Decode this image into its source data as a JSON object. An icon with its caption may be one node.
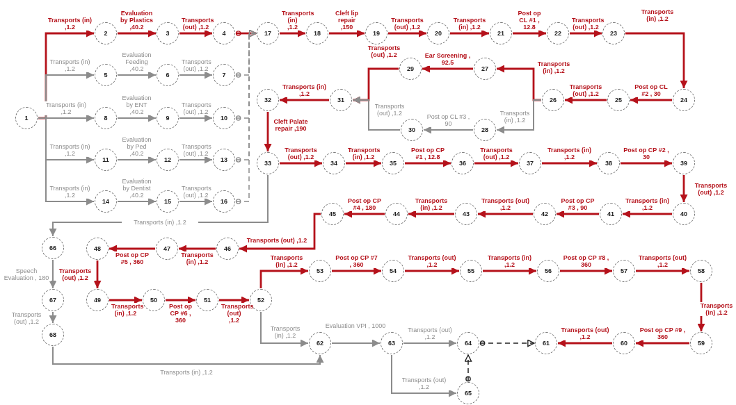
{
  "diagram": {
    "nodes": [
      {
        "text": [
          "1"
        ]
      },
      {
        "text": [
          "2"
        ]
      },
      {
        "text": [
          "3"
        ]
      },
      {
        "text": [
          "4"
        ]
      },
      {
        "text": [
          "5"
        ]
      },
      {
        "text": [
          "6"
        ]
      },
      {
        "text": [
          "7"
        ]
      },
      {
        "text": [
          "8"
        ]
      },
      {
        "text": [
          "9"
        ]
      },
      {
        "text": [
          "10"
        ]
      },
      {
        "text": [
          "11"
        ]
      },
      {
        "text": [
          "12"
        ]
      },
      {
        "text": [
          "13"
        ]
      },
      {
        "text": [
          "14"
        ]
      },
      {
        "text": [
          "15"
        ]
      },
      {
        "text": [
          "16"
        ]
      },
      {
        "text": [
          "17"
        ]
      },
      {
        "text": [
          "18"
        ]
      },
      {
        "text": [
          "19"
        ]
      },
      {
        "text": [
          "20"
        ]
      },
      {
        "text": [
          "21"
        ]
      },
      {
        "text": [
          "22"
        ]
      },
      {
        "text": [
          "23"
        ]
      },
      {
        "text": [
          "24"
        ]
      },
      {
        "text": [
          "25"
        ]
      },
      {
        "text": [
          "26"
        ]
      },
      {
        "text": [
          "27"
        ]
      },
      {
        "text": [
          "28"
        ]
      },
      {
        "text": [
          "29"
        ]
      },
      {
        "text": [
          "30"
        ]
      },
      {
        "text": [
          "31"
        ]
      },
      {
        "text": [
          "32"
        ]
      },
      {
        "text": [
          "33"
        ]
      },
      {
        "text": [
          "34"
        ]
      },
      {
        "text": [
          "35"
        ]
      },
      {
        "text": [
          "36"
        ]
      },
      {
        "text": [
          "37"
        ]
      },
      {
        "text": [
          "38"
        ]
      },
      {
        "text": [
          "39"
        ]
      },
      {
        "text": [
          "40"
        ]
      },
      {
        "text": [
          "41"
        ]
      },
      {
        "text": [
          "42"
        ]
      },
      {
        "text": [
          "43"
        ]
      },
      {
        "text": [
          "44"
        ]
      },
      {
        "text": [
          "45"
        ]
      },
      {
        "text": [
          "46"
        ]
      },
      {
        "text": [
          "47"
        ]
      },
      {
        "text": [
          "48"
        ]
      },
      {
        "text": [
          "49"
        ]
      },
      {
        "text": [
          "50"
        ]
      },
      {
        "text": [
          "51"
        ]
      },
      {
        "text": [
          "52"
        ]
      },
      {
        "text": [
          "53"
        ]
      },
      {
        "text": [
          "54"
        ]
      },
      {
        "text": [
          "55"
        ]
      },
      {
        "text": [
          "56"
        ]
      },
      {
        "text": [
          "57"
        ]
      },
      {
        "text": [
          "58"
        ]
      },
      {
        "text": [
          "59"
        ]
      },
      {
        "text": [
          "60"
        ]
      },
      {
        "text": [
          "61"
        ]
      },
      {
        "text": [
          "62"
        ]
      },
      {
        "text": [
          "63"
        ]
      },
      {
        "text": [
          "64"
        ]
      },
      {
        "text": [
          "65"
        ]
      },
      {
        "text": [
          "66"
        ]
      },
      {
        "text": [
          "67"
        ]
      },
      {
        "text": [
          "68"
        ]
      }
    ],
    "edges": [
      {
        "from": 0,
        "to": 1,
        "arrow": "to",
        "label": "Transports (in) ,1.2"
      },
      {
        "from": 1,
        "to": 2,
        "arrow": "to",
        "label": "Evaluation by Plastics ,40.2"
      },
      {
        "from": 2,
        "to": 3,
        "arrow": "to",
        "label": "Transports (out) ,1.2"
      },
      {
        "from": 3,
        "to": 16,
        "arrow": "to"
      },
      {
        "from": 0,
        "to": 4,
        "arrow": "to",
        "label": "Transports (in) ,1.2",
        "color": "#8c8c8c"
      },
      {
        "from": 4,
        "to": 5,
        "arrow": "to",
        "label": "Evaluation Feeding ,40.2",
        "color": "#8c8c8c"
      },
      {
        "from": 5,
        "to": 6,
        "arrow": "to",
        "label": "Transports (out) ,1.2",
        "color": "#8c8c8c"
      },
      {
        "from": 6,
        "to": 16,
        "arrow": "to",
        "style": "dashed",
        "color": "#8c8c8c"
      },
      {
        "from": 0,
        "to": 7,
        "arrow": "to",
        "label": "Transports (in) ,1.2",
        "color": "#8c8c8c"
      },
      {
        "from": 7,
        "to": 8,
        "arrow": "to",
        "label": "Evaluation by ENT ,40.2",
        "color": "#8c8c8c"
      },
      {
        "from": 8,
        "to": 9,
        "arrow": "to",
        "label": "Transports (out) ,1.2",
        "color": "#8c8c8c"
      },
      {
        "from": 9,
        "to": 16,
        "arrow": "to",
        "style": "dashed",
        "color": "#8c8c8c"
      },
      {
        "from": 0,
        "to": 10,
        "arrow": "to",
        "label": "Transports (in) ,1.2",
        "color": "#8c8c8c"
      },
      {
        "from": 10,
        "to": 11,
        "arrow": "to",
        "label": "Evaluation by Ped ,40.2",
        "color": "#8c8c8c"
      },
      {
        "from": 11,
        "to": 12,
        "arrow": "to",
        "label": "Transports (out) ,1.2",
        "color": "#8c8c8c"
      },
      {
        "from": 12,
        "to": 16,
        "arrow": "to",
        "style": "dashed",
        "color": "#8c8c8c"
      },
      {
        "from": 0,
        "to": 13,
        "arrow": "to",
        "label": "Transports (in) ,1.2",
        "color": "#8c8c8c"
      },
      {
        "from": 13,
        "to": 14,
        "arrow": "to",
        "label": "Evaluation by Dentist ,40.2",
        "color": "#8c8c8c"
      },
      {
        "from": 14,
        "to": 15,
        "arrow": "to",
        "label": "Transports (out) ,1.2",
        "color": "#8c8c8c"
      },
      {
        "from": 15,
        "to": 16,
        "arrow": "to",
        "style": "dashed",
        "color": "#8c8c8c"
      },
      {
        "from": 16,
        "to": 17,
        "arrow": "to",
        "label": "Transports (in) ,1.2"
      },
      {
        "from": 17,
        "to": 18,
        "arrow": "to",
        "label": "Cleft lip repair ,150"
      },
      {
        "from": 18,
        "to": 19,
        "arrow": "to",
        "label": "Transports (out) ,1.2"
      },
      {
        "from": 19,
        "to": 20,
        "arrow": "to",
        "label": "Transports (in) ,1.2"
      },
      {
        "from": 20,
        "to": 21,
        "arrow": "to",
        "label": "Post op CL #1 , 12.8"
      },
      {
        "from": 21,
        "to": 22,
        "arrow": "to",
        "label": "Transports (out) ,1.2"
      },
      {
        "from": 22,
        "to": 23,
        "arrow": "to",
        "label": "Transports (in) ,1.2"
      },
      {
        "from": 23,
        "to": 24,
        "arrow": "to",
        "label": "Post op CL #2 , 30"
      },
      {
        "from": 24,
        "to": 25,
        "arrow": "to",
        "label": "Transports (out) ,1.2"
      },
      {
        "from": 25,
        "to": 26,
        "arrow": "to",
        "label": "Transports (in) ,1.2"
      },
      {
        "from": 25,
        "to": 27,
        "arrow": "to",
        "label": "Transports (in) ,1.2",
        "color": "#8c8c8c"
      },
      {
        "from": 26,
        "to": 28,
        "arrow": "to",
        "label": "Ear Screening , 92.5"
      },
      {
        "from": 28,
        "to": 30,
        "arrow": "to",
        "label": "Transports (out) ,1.2"
      },
      {
        "from": 27,
        "to": 29,
        "arrow": "to",
        "label": "Post op CL #3 , 90",
        "color": "#8c8c8c"
      },
      {
        "from": 29,
        "to": 30,
        "arrow": "to",
        "label": "Transports (out) ,1.2",
        "color": "#8c8c8c"
      },
      {
        "from": 30,
        "to": 31,
        "arrow": "to",
        "label": "Transports (in) ,1.2"
      },
      {
        "from": 31,
        "to": 32,
        "arrow": "to",
        "label": "Cleft Palate repair ,190"
      },
      {
        "from": 32,
        "to": 33,
        "arrow": "to",
        "label": "Transports (out) ,1.2"
      },
      {
        "from": 33,
        "to": 34,
        "arrow": "to",
        "label": "Transports (in) ,1.2"
      },
      {
        "from": 34,
        "to": 35,
        "arrow": "to",
        "label": "Post op CP #1 , 12.8"
      },
      {
        "from": 35,
        "to": 36,
        "arrow": "to",
        "label": "Transports (out) ,1.2"
      },
      {
        "from": 36,
        "to": 37,
        "arrow": "to",
        "label": "Transports (in) ,1.2"
      },
      {
        "from": 37,
        "to": 38,
        "arrow": "to",
        "label": "Post op CP #2 , 30"
      },
      {
        "from": 38,
        "to": 39,
        "arrow": "to",
        "label": "Transports (out) ,1.2"
      },
      {
        "from": 39,
        "to": 40,
        "arrow": "to",
        "label": "Transports (in) ,1.2"
      },
      {
        "from": 40,
        "to": 41,
        "arrow": "to",
        "label": "Post op CP #3 , 90"
      },
      {
        "from": 41,
        "to": 42,
        "arrow": "to",
        "label": "Transports (out) ,1.2"
      },
      {
        "from": 42,
        "to": 43,
        "arrow": "to",
        "label": "Transports (in) ,1.2"
      },
      {
        "from": 43,
        "to": 44,
        "arrow": "to",
        "label": "Post op CP #4 , 180"
      },
      {
        "from": 44,
        "to": 45,
        "arrow": "to",
        "label": "Transports (out) ,1.2"
      },
      {
        "from": 45,
        "to": 46,
        "arrow": "to",
        "label": "Transports (in) ,1.2"
      },
      {
        "from": 46,
        "to": 47,
        "arrow": "to",
        "label": "Post op CP #5 , 360"
      },
      {
        "from": 47,
        "to": 48,
        "arrow": "to",
        "label": "Transports (out) ,1.2"
      },
      {
        "from": 48,
        "to": 49,
        "arrow": "to",
        "label": "Transports (in) ,1.2"
      },
      {
        "from": 49,
        "to": 50,
        "arrow": "to",
        "label": "Post op CP #6 , 360"
      },
      {
        "from": 50,
        "to": 51,
        "arrow": "to",
        "label": "Transports (out) ,1.2"
      },
      {
        "from": 51,
        "to": 52,
        "arrow": "to",
        "label": "Transports (in) ,1.2"
      },
      {
        "from": 52,
        "to": 53,
        "arrow": "to",
        "label": "Post op CP #7 , 360"
      },
      {
        "from": 53,
        "to": 54,
        "arrow": "to",
        "label": "Transports (out) ,1.2"
      },
      {
        "from": 54,
        "to": 55,
        "arrow": "to",
        "label": "Transports (in) ,1.2"
      },
      {
        "from": 55,
        "to": 56,
        "arrow": "to",
        "label": "Post op CP #8 , 360"
      },
      {
        "from": 56,
        "to": 57,
        "arrow": "to",
        "label": "Transports (out) ,1.2"
      },
      {
        "from": 57,
        "to": 58,
        "arrow": "to",
        "label": "Transports (in) ,1.2"
      },
      {
        "from": 58,
        "to": 59,
        "arrow": "to",
        "label": "Post op CP #9 , 360"
      },
      {
        "from": 59,
        "to": 60,
        "arrow": "to",
        "label": "Transports (out) ,1.2"
      },
      {
        "from": 51,
        "to": 61,
        "arrow": "to",
        "label": "Transports (in) ,1.2",
        "color": "#8c8c8c"
      },
      {
        "from": 61,
        "to": 62,
        "arrow": "to",
        "label": "Evaluation VPI , 1000",
        "color": "#8c8c8c"
      },
      {
        "from": 62,
        "to": 63,
        "arrow": "to",
        "label": "Transports (out) ,1.2",
        "color": "#8c8c8c"
      },
      {
        "from": 62,
        "to": 64,
        "arrow": "to",
        "label": "Transports (out) ,1.2",
        "color": "#8c8c8c"
      },
      {
        "from": 63,
        "to": 60,
        "arrow": "to",
        "style": "dashed",
        "color": "#222222"
      },
      {
        "from": 64,
        "to": 63,
        "arrow": "to",
        "style": "dashed",
        "color": "#222222"
      },
      {
        "from": 32,
        "to": 65,
        "arrow": "to",
        "label": "Transports (in) ,1.2",
        "color": "#8c8c8c"
      },
      {
        "from": 65,
        "to": 66,
        "arrow": "to",
        "label": "Speech Evaluation , 180",
        "color": "#8c8c8c"
      },
      {
        "from": 66,
        "to": 67,
        "arrow": "to",
        "label": "Transports (out) ,1.2",
        "color": "#8c8c8c"
      },
      {
        "from": 67,
        "to": 61,
        "arrow": "to",
        "label": "Transports (in) ,1.2",
        "color": "#8c8c8c"
      }
    ]
  }
}
